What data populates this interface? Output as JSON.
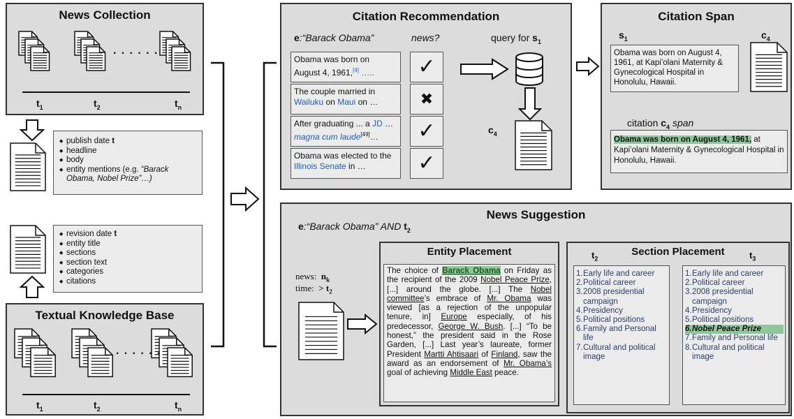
{
  "news_collection": {
    "title": "News Collection",
    "t1": "t",
    "t1_sub": "1",
    "t2": "t",
    "t2_sub": "2",
    "tn": "t",
    "tn_sub": "n",
    "dots": "· · · · · ·"
  },
  "news_fields": [
    {
      "pre": "publish date ",
      "bold": "t",
      "ital": ""
    },
    {
      "pre": "headline",
      "bold": "",
      "ital": ""
    },
    {
      "pre": "body",
      "bold": "",
      "ital": ""
    },
    {
      "pre": "entity mentions (e.g. ",
      "bold": "",
      "ital": "“Barack Obama, Nobel Prize”…)"
    }
  ],
  "kb_fields": [
    {
      "pre": "revision date ",
      "bold": "t"
    },
    {
      "pre": "entity title",
      "bold": ""
    },
    {
      "pre": "sections",
      "bold": ""
    },
    {
      "pre": "section text",
      "bold": ""
    },
    {
      "pre": "categories",
      "bold": ""
    },
    {
      "pre": "citations",
      "bold": ""
    }
  ],
  "kb": {
    "title": "Textual Knowledge Base",
    "t1": "t",
    "t1_sub": "1",
    "t2": "t",
    "t2_sub": "2",
    "tn": "t",
    "tn_sub": "n",
    "dots": "· · · · · ·"
  },
  "citation_rec": {
    "title": "Citation Recommendation",
    "entity_prefix": "e",
    "entity_name": ":“Barack Obama”",
    "news_q": "news?",
    "query_pre": "query for ",
    "query_s": "s",
    "query_sub": "1",
    "c4": "c",
    "c4_sub": "4",
    "s1_text": "Obama was born on August 4, 1961,",
    "s1_ref": "[4]",
    "s1_tail": " …..",
    "s2_a": "The couple married in ",
    "s2_l1": "Wailuku",
    "s2_b": " on ",
    "s2_l2": "Maui",
    "s2_c": " on …",
    "s3_a": "After graduating ... a ",
    "s3_l1": "JD",
    "s3_b": " …",
    "s3_l2": "magna cum laude",
    "s3_ref": "[49]",
    "s3_c": "…",
    "s4_a": "Obama was elected to the ",
    "s4_l1": "Illinois Senate",
    "s4_b": " in …",
    "check": "✓",
    "cross": "✖"
  },
  "citation_span": {
    "title": "Citation Span",
    "s1": "s",
    "s1_sub": "1",
    "c4": "c",
    "c4_sub": "4",
    "s1_text": "Obama was born on August 4, 1961, at Kapi’olani Maternity & Gynecological Hospital in Honolulu, Hawaii.",
    "span_label_pre": "citation ",
    "span_c": "c",
    "span_sub": "4",
    "span_label_post": " span",
    "hl": "Obama was born on August 4, 1961,",
    "rest": " at Kapi’olani Maternity & Gynecological Hospital in Honolulu, Hawaii."
  },
  "news_suggestion": {
    "title": "News Suggestion",
    "entity_prefix": "e",
    "entity_name": ":“Barack Obama” AND ",
    "t2": "t",
    "t2_sub": "2",
    "news_label": "news:",
    "news_val": "n",
    "news_sub": "k",
    "time_label": "time:",
    "time_val": "> t",
    "time_sub": "2"
  },
  "entity_placement": {
    "title": "Entity  Placement",
    "text": [
      {
        "t": "The choice of ",
        "c": ""
      },
      {
        "t": "Barack Obama",
        "c": "hl"
      },
      {
        "t": " on Friday as the recipient of the 2009 ",
        "c": ""
      },
      {
        "t": "Nobel Peace Prize",
        "c": "u"
      },
      {
        "t": ", [...] around the globe. [...] The ",
        "c": ""
      },
      {
        "t": "Nobel committee",
        "c": "u"
      },
      {
        "t": "’s embrace of ",
        "c": ""
      },
      {
        "t": "Mr. Obama",
        "c": "u"
      },
      {
        "t": " was viewed [as a rejection of the unpopular tenure, in] ",
        "c": ""
      },
      {
        "t": "Europe",
        "c": "u"
      },
      {
        "t": " especially, of his predecessor, ",
        "c": ""
      },
      {
        "t": "George W. Bush",
        "c": "u"
      },
      {
        "t": ". [...] “To be honest,” the president said in the Rose Garden, [...]  Last year’s laureate, former President ",
        "c": ""
      },
      {
        "t": "Martti Ahtisaari",
        "c": "u"
      },
      {
        "t": " of ",
        "c": ""
      },
      {
        "t": "Finland",
        "c": "u"
      },
      {
        "t": ", saw the award as an endorsement of ",
        "c": ""
      },
      {
        "t": "Mr. Obama’s ",
        "c": "u"
      },
      {
        "t": "goal of achieving ",
        "c": ""
      },
      {
        "t": "Middle East",
        "c": "u"
      },
      {
        "t": " peace.",
        "c": ""
      }
    ]
  },
  "section_placement": {
    "title": "Section  Placement",
    "t2": "t",
    "t2_sub": "2",
    "t3": "t",
    "t3_sub": "3",
    "list_t2": [
      "Early life and career",
      "Political career",
      "2008 presidential campaign",
      "Presidency",
      "Political positions",
      "Family and Personal life",
      "Cultural and political image"
    ],
    "list_t3": [
      "Early life and career",
      "Political career",
      "2008 presidential campaign",
      "Presidency",
      "Political positions",
      "Nobel Peace Prize",
      "Family and Personal life",
      "Cultural and political image"
    ],
    "highlight_index": 5
  },
  "colors": {
    "panel": "#dcdcdc",
    "highlight": "#8fc79a",
    "link": "#1f5fbf",
    "section_text": "#2b3f6a"
  }
}
